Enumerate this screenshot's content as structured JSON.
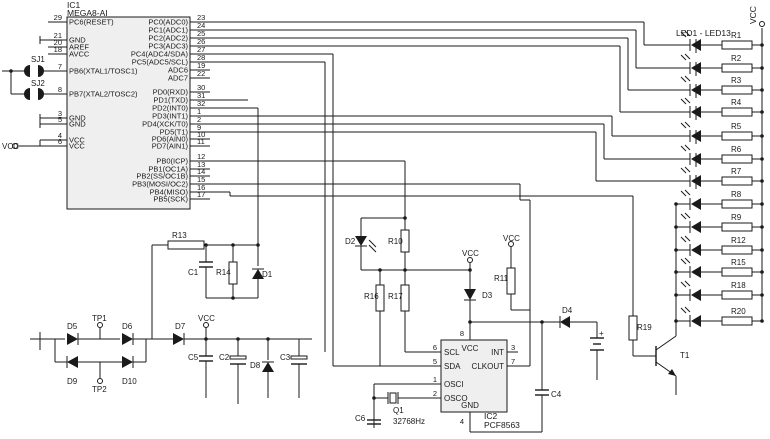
{
  "ic1": {
    "ref": "IC1",
    "part": "MEGA8-AI",
    "left_pins": [
      {
        "num": "29",
        "name": "PC6(RESET)"
      },
      {
        "num": "21",
        "name": "GND"
      },
      {
        "num": "20",
        "name": "AREF"
      },
      {
        "num": "18",
        "name": "AVCC"
      },
      {
        "num": "7",
        "name": "PB6(XTAL1/TOSC1)"
      },
      {
        "num": "8",
        "name": "PB7(XTAL2/TOSC2)"
      },
      {
        "num": "3",
        "name": "GND"
      },
      {
        "num": "5",
        "name": "GND"
      },
      {
        "num": "4",
        "name": "VCC"
      },
      {
        "num": "6",
        "name": "VCC"
      }
    ],
    "right_pins": [
      {
        "num": "23",
        "name": "PC0(ADC0)"
      },
      {
        "num": "24",
        "name": "PC1(ADC1)"
      },
      {
        "num": "25",
        "name": "PC2(ADC2)"
      },
      {
        "num": "26",
        "name": "PC3(ADC3)"
      },
      {
        "num": "27",
        "name": "PC4(ADC4/SDA)"
      },
      {
        "num": "28",
        "name": "PC5(ADC5/SCL)"
      },
      {
        "num": "19",
        "name": "ADC6"
      },
      {
        "num": "22",
        "name": "ADC7"
      },
      {
        "num": "30",
        "name": "PD0(RXD)"
      },
      {
        "num": "31",
        "name": "PD1(TXD)"
      },
      {
        "num": "32",
        "name": "PD2(INT0)"
      },
      {
        "num": "1",
        "name": "PD3(INT1)"
      },
      {
        "num": "2",
        "name": "PD4(XCK/T0)"
      },
      {
        "num": "9",
        "name": "PD5(T1)"
      },
      {
        "num": "10",
        "name": "PD6(AIN0)"
      },
      {
        "num": "11",
        "name": "PD7(AIN1)"
      },
      {
        "num": "12",
        "name": "PB0(ICP)"
      },
      {
        "num": "13",
        "name": "PB1(OC1A)"
      },
      {
        "num": "14",
        "name": "PB2(SS/OC1B)"
      },
      {
        "num": "15",
        "name": "PB3(MOSI/OC2)"
      },
      {
        "num": "16",
        "name": "PB4(MISO)"
      },
      {
        "num": "17",
        "name": "PB5(SCK)"
      }
    ]
  },
  "ic2": {
    "ref": "IC2",
    "part": "PCF8563",
    "pins": [
      {
        "num": "6",
        "name": "SCL"
      },
      {
        "num": "5",
        "name": "SDA"
      },
      {
        "num": "1",
        "name": "OSCI"
      },
      {
        "num": "2",
        "name": "OSCO"
      },
      {
        "num": "8",
        "name": "VCC"
      },
      {
        "num": "3",
        "name": "INT"
      },
      {
        "num": "7",
        "name": "CLKOUT"
      },
      {
        "num": "4",
        "name": "GND"
      }
    ]
  },
  "led_group": "LED1 - LED13",
  "vcc": "VCC",
  "led_resistors": [
    "R1",
    "R2",
    "R3",
    "R4",
    "R5",
    "R6",
    "R7",
    "R8",
    "R9",
    "R12",
    "R15",
    "R18",
    "R20"
  ],
  "components": {
    "sj1": "SJ1",
    "sj2": "SJ2",
    "r13": "R13",
    "r14": "R14",
    "c1": "C1",
    "d1": "D1",
    "d2": "D2",
    "r10": "R10",
    "r16": "R16",
    "r17": "R17",
    "d3": "D3",
    "r11": "R11",
    "d4": "D4",
    "c4": "C4",
    "r19": "R19",
    "t1": "T1",
    "q1": "Q1",
    "q1_freq": "32768Hz",
    "c6": "C6",
    "d5": "D5",
    "d6": "D6",
    "d7": "D7",
    "d8": "D8",
    "d9": "D9",
    "d10": "D10",
    "tp1": "TP1",
    "tp2": "TP2",
    "c5": "C5",
    "c2": "C2",
    "c3": "C3",
    "plus": "+"
  }
}
